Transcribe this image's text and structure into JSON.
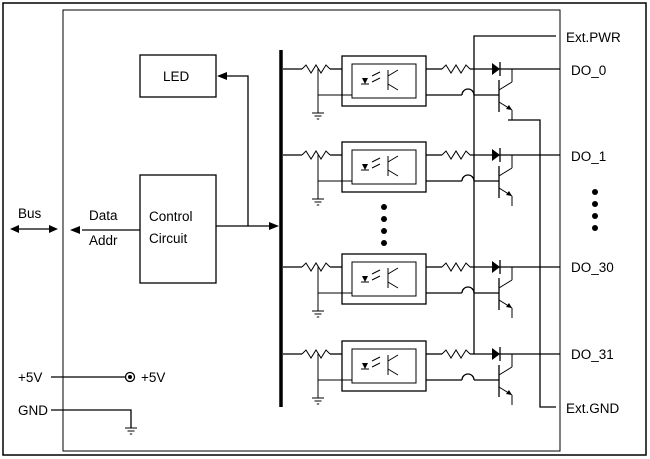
{
  "external_labels": {
    "bus": "Bus",
    "plus5v_left": "+5V",
    "gnd": "GND"
  },
  "blocks": {
    "data": "Data",
    "addr": "Addr",
    "control_line1": "Control",
    "control_line2": "Circuit",
    "led": "LED",
    "plus5v_node": "+5V"
  },
  "outputs": {
    "ext_pwr": "Ext.PWR",
    "ext_gnd": "Ext.GND",
    "channels": [
      "DO_0",
      "DO_1",
      "DO_30",
      "DO_31"
    ]
  }
}
